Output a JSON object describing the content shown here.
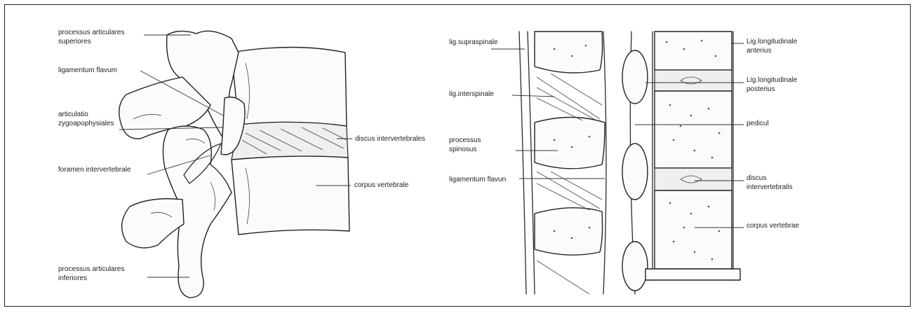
{
  "left_figure": {
    "labels": {
      "proc_art_sup": "processus articulares\nsuperiores",
      "lig_flavum": "ligamentum flavum",
      "art_zyg": "articulatio\nzygoapophysiales",
      "foramen": "foramen intervertebrale",
      "proc_art_inf": "processus articulares\ninferiores",
      "discus": "discus intervertebrales",
      "corpus": "corpus vertebrale"
    }
  },
  "right_figure": {
    "labels": {
      "lig_supraspinale": "lig.supraspinale",
      "lig_interspinale": "lig.interspinale",
      "proc_spinosus": "processus\nspinosus",
      "lig_flavum": "ligamentum flavun",
      "lig_long_ant": "Lig.longitudinale\nanterius",
      "lig_long_post": "Lig.longitudinale\nposterius",
      "pedicul": "pedicul",
      "discus": "discus\nintervertebralis",
      "corpus": "corpus vertebrae"
    }
  }
}
